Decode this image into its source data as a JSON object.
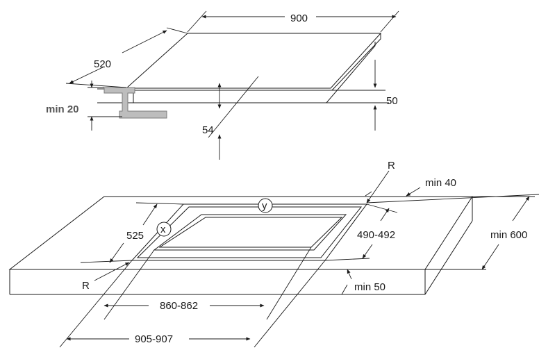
{
  "colors": {
    "line": "#1a1a1a",
    "bracket_fill": "#bdbdbd",
    "bracket_stroke": "#7a7a7a",
    "min20_text": "#555555"
  },
  "hob": {
    "width_label": "900",
    "depth_label": "520",
    "height_label": "50",
    "clearance_label": "54",
    "min_support_label": "min 20"
  },
  "worktop": {
    "corner_radius_label": "R",
    "back_margin_label": "min 40",
    "depth_label": "min 600",
    "thickness_label": "min 50",
    "cutout_depth_label": "490-492",
    "inner_depth_label": "525",
    "inner_width_label": "860-862",
    "outer_width_label": "905-907",
    "callout_x": "x",
    "callout_y": "y"
  }
}
